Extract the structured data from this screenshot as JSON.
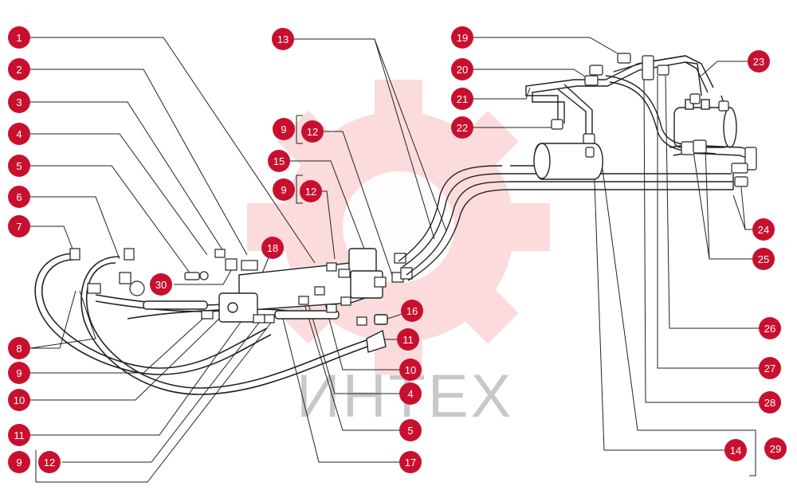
{
  "watermark": {
    "text": "ИНТЕХ",
    "gear_color": "#e8262c"
  },
  "callout_color": "#c8102e",
  "callouts": {
    "c1": "1",
    "c2": "2",
    "c3": "3",
    "c4": "4",
    "c5": "5",
    "c6": "6",
    "c7": "7",
    "c8": "8",
    "c9a": "9",
    "c10a": "10",
    "c11a": "11",
    "c9b": "9",
    "c12a": "12",
    "c30": "30",
    "c18": "18",
    "c13": "13",
    "c9c": "9",
    "c12b": "12",
    "c15": "15",
    "c9d": "9",
    "c12c": "12",
    "c16": "16",
    "c11b": "11",
    "c10b": "10",
    "c4b": "4",
    "c5b": "5",
    "c17": "17",
    "c19": "19",
    "c20": "20",
    "c21": "21",
    "c22": "22",
    "c23": "23",
    "c24": "24",
    "c25": "25",
    "c26": "26",
    "c27": "27",
    "c28": "28",
    "c14": "14",
    "c29": "29"
  }
}
